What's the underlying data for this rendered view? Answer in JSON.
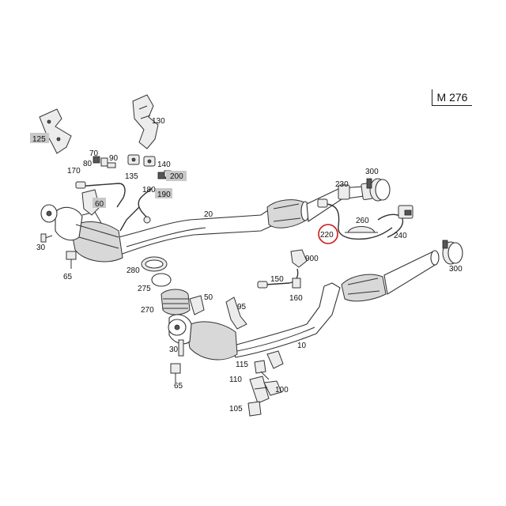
{
  "model": "M 276",
  "highlighted_part": "220",
  "part_numbers": {
    "p10": "10",
    "p20": "20",
    "p30a": "30",
    "p30b": "30",
    "p50": "50",
    "p60": "60",
    "p65a": "65",
    "p65b": "65",
    "p70": "70",
    "p80": "80",
    "p90": "90",
    "p95": "95",
    "p100": "100",
    "p105": "105",
    "p110": "110",
    "p115": "115",
    "p125": "125",
    "p130": "130",
    "p135": "135",
    "p140": "140",
    "p150": "150",
    "p160": "160",
    "p170": "170",
    "p180": "180",
    "p190": "190",
    "p200": "200",
    "p220": "220",
    "p230": "230",
    "p240": "240",
    "p260": "260",
    "p270": "270",
    "p275": "275",
    "p280": "280",
    "p300a": "300",
    "p300b": "300",
    "p900": "900"
  }
}
